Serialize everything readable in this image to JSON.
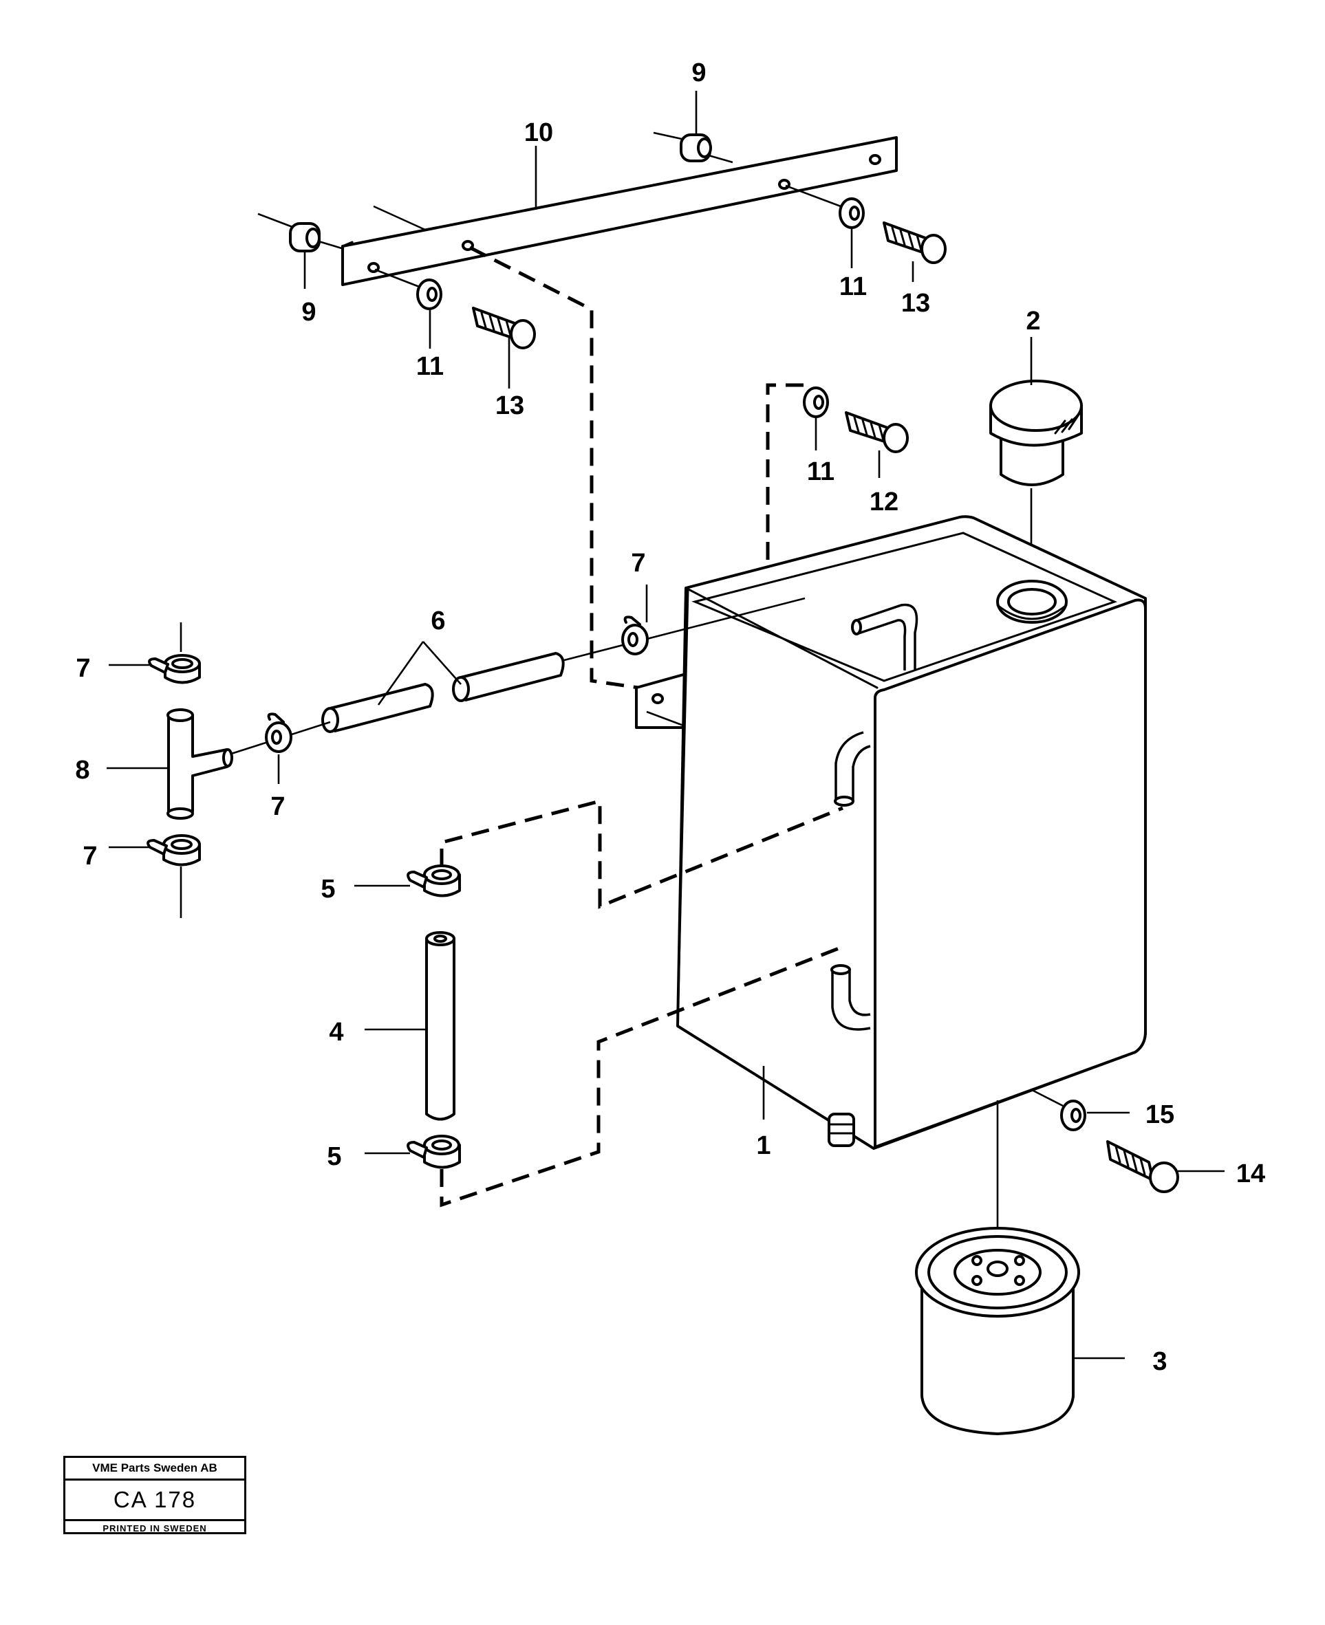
{
  "callouts": [
    {
      "id": "c-1",
      "text": "1"
    },
    {
      "id": "c-2",
      "text": "2"
    },
    {
      "id": "c-3",
      "text": "3"
    },
    {
      "id": "c-4",
      "text": "4"
    },
    {
      "id": "c-5a",
      "text": "5"
    },
    {
      "id": "c-5b",
      "text": "5"
    },
    {
      "id": "c-6",
      "text": "6"
    },
    {
      "id": "c-7a",
      "text": "7"
    },
    {
      "id": "c-7b",
      "text": "7"
    },
    {
      "id": "c-7c",
      "text": "7"
    },
    {
      "id": "c-7d",
      "text": "7"
    },
    {
      "id": "c-8",
      "text": "8"
    },
    {
      "id": "c-9a",
      "text": "9"
    },
    {
      "id": "c-9b",
      "text": "9"
    },
    {
      "id": "c-10",
      "text": "10"
    },
    {
      "id": "c-11a",
      "text": "11"
    },
    {
      "id": "c-11b",
      "text": "11"
    },
    {
      "id": "c-11c",
      "text": "11"
    },
    {
      "id": "c-12",
      "text": "12"
    },
    {
      "id": "c-13a",
      "text": "13"
    },
    {
      "id": "c-13b",
      "text": "13"
    },
    {
      "id": "c-14",
      "text": "14"
    },
    {
      "id": "c-15",
      "text": "15"
    }
  ],
  "stamp": {
    "company": "VME Parts Sweden AB",
    "code": "CA 178",
    "printed": "PRINTED IN SWEDEN"
  }
}
